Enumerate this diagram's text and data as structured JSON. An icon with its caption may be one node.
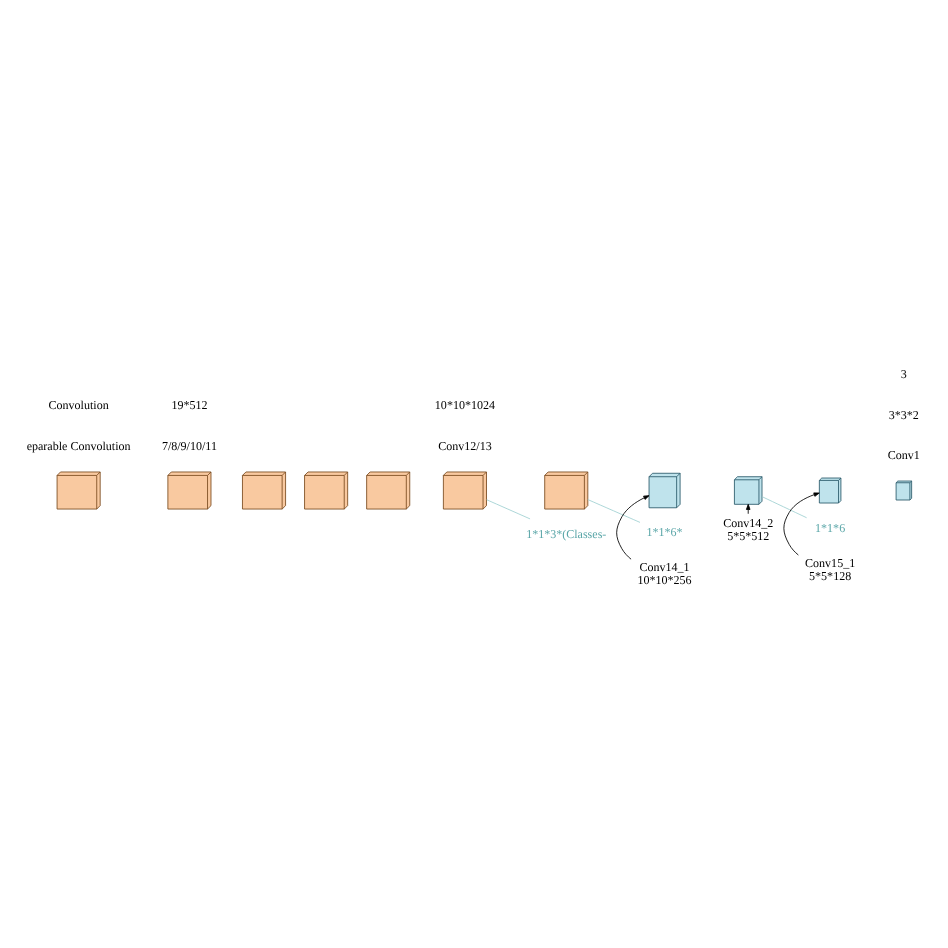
{
  "diagram": {
    "nodes": [
      {
        "text": [],
        "shape": "box"
      },
      {
        "text": [],
        "shape": "box"
      },
      {
        "text": [],
        "shape": "box"
      },
      {
        "text": [],
        "shape": "box"
      },
      {
        "text": [],
        "shape": "box"
      },
      {
        "text": [],
        "shape": "box"
      },
      {
        "text": [],
        "shape": "box"
      },
      {
        "text": [],
        "shape": "box"
      },
      {
        "text": [],
        "shape": "box"
      },
      {
        "text": [],
        "shape": "box"
      },
      {
        "text": [],
        "shape": "box"
      },
      {
        "text": [
          "Conv14_1",
          "10*10*256"
        ]
      },
      {
        "text": [
          "Conv14_2",
          "5*5*512"
        ]
      },
      {
        "text": [
          "Conv15_1",
          "5*5*128"
        ]
      },
      {
        "text": [
          "1*1*3*(Classes-"
        ]
      },
      {
        "text": [
          "1*1*6*"
        ]
      },
      {
        "text": [
          "1*1*6"
        ]
      }
    ],
    "edges": [
      {
        "from": 11,
        "to": 7,
        "arrow": "to"
      },
      {
        "from": 12,
        "to": 8,
        "arrow": "to"
      },
      {
        "from": 13,
        "to": 9,
        "arrow": "to"
      },
      {
        "from": 5,
        "to": 14,
        "arrow": "none",
        "color": "#9fd0d2"
      },
      {
        "from": 6,
        "to": 15,
        "arrow": "none",
        "color": "#9fd0d2"
      },
      {
        "from": 8,
        "to": 16,
        "arrow": "none",
        "color": "#9fd0d2"
      }
    ],
    "labels": [
      "Conv12/13",
      "10*10*1024",
      "Conv1",
      "3*3*2",
      "7/8/9/10/11",
      "19*512",
      "3",
      "eparable Convolution",
      "Convolution"
    ]
  }
}
